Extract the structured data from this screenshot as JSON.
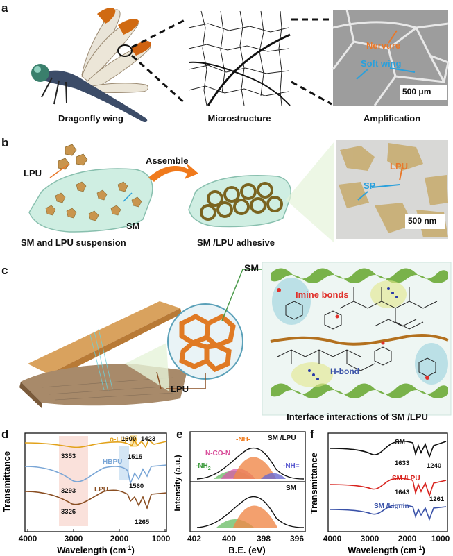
{
  "figure": {
    "a": {
      "label": "a",
      "captions": [
        "Dragonfly wing",
        "Microstructure",
        "Amplification"
      ],
      "nervure": "Nervure",
      "soft_wing": "Soft wing",
      "scale": "500 μm"
    },
    "b": {
      "label": "b",
      "lpu": "LPU",
      "sm": "SM",
      "assemble": "Assemble",
      "caption_left": "SM  and LPU suspension",
      "caption_right": "SM /LPU adhesive",
      "micro_lpu": "LPU",
      "micro_sp": "SP",
      "scale": "500 nm"
    },
    "c": {
      "label": "c",
      "sm": "SM",
      "lpu": "LPU",
      "imine": "Imine bonds",
      "hbond": "H-bond",
      "caption": "Interface interactions of SM /LPU"
    },
    "d": {
      "label": "d",
      "ylabel": "Transmittance",
      "xlabel": "Wavelength (cm",
      "xlabel_sup": "-1",
      "xlabel_end": ")",
      "xticks": [
        "4000",
        "3000",
        "2000",
        "1000"
      ],
      "series": [
        "o-Lignin",
        "HBPU",
        "LPU"
      ],
      "peaks": [
        "3353",
        "1600",
        "1423",
        "1515",
        "3293",
        "1560",
        "3326",
        "1265"
      ]
    },
    "e": {
      "label": "e",
      "ylabel": "Intensity (a.u.)",
      "xlabel": "B.E. (eV)",
      "xticks": [
        "402",
        "400",
        "398",
        "396"
      ],
      "top_title": "SM /LPU",
      "bottom_title": "SM",
      "peaks": [
        "-NH-",
        "N-CO-N",
        "-NH",
        "2",
        "-NH="
      ]
    },
    "f": {
      "label": "f",
      "ylabel": "Transmittance",
      "xlabel": "Wavelength (cm",
      "xlabel_sup": "-1",
      "xlabel_end": ")",
      "xticks": [
        "4000",
        "3000",
        "2000",
        "1000"
      ],
      "series": [
        "SM",
        "SM /LPU",
        "SM /Lignin"
      ],
      "peaks": [
        "1633",
        "1240",
        "1643",
        "1261"
      ]
    }
  },
  "colors": {
    "lignin": "#e2a21a",
    "hbpu": "#7aa6d6",
    "lpu": "#8a4e22",
    "sm_black": "#111111",
    "smlpu_red": "#d8231e",
    "smlignin_blue": "#3a52a8",
    "orange": "#e8782a",
    "blue_label": "#2aa0dc",
    "green_fiber": "#6fae3c",
    "red_label": "#e0302a"
  }
}
